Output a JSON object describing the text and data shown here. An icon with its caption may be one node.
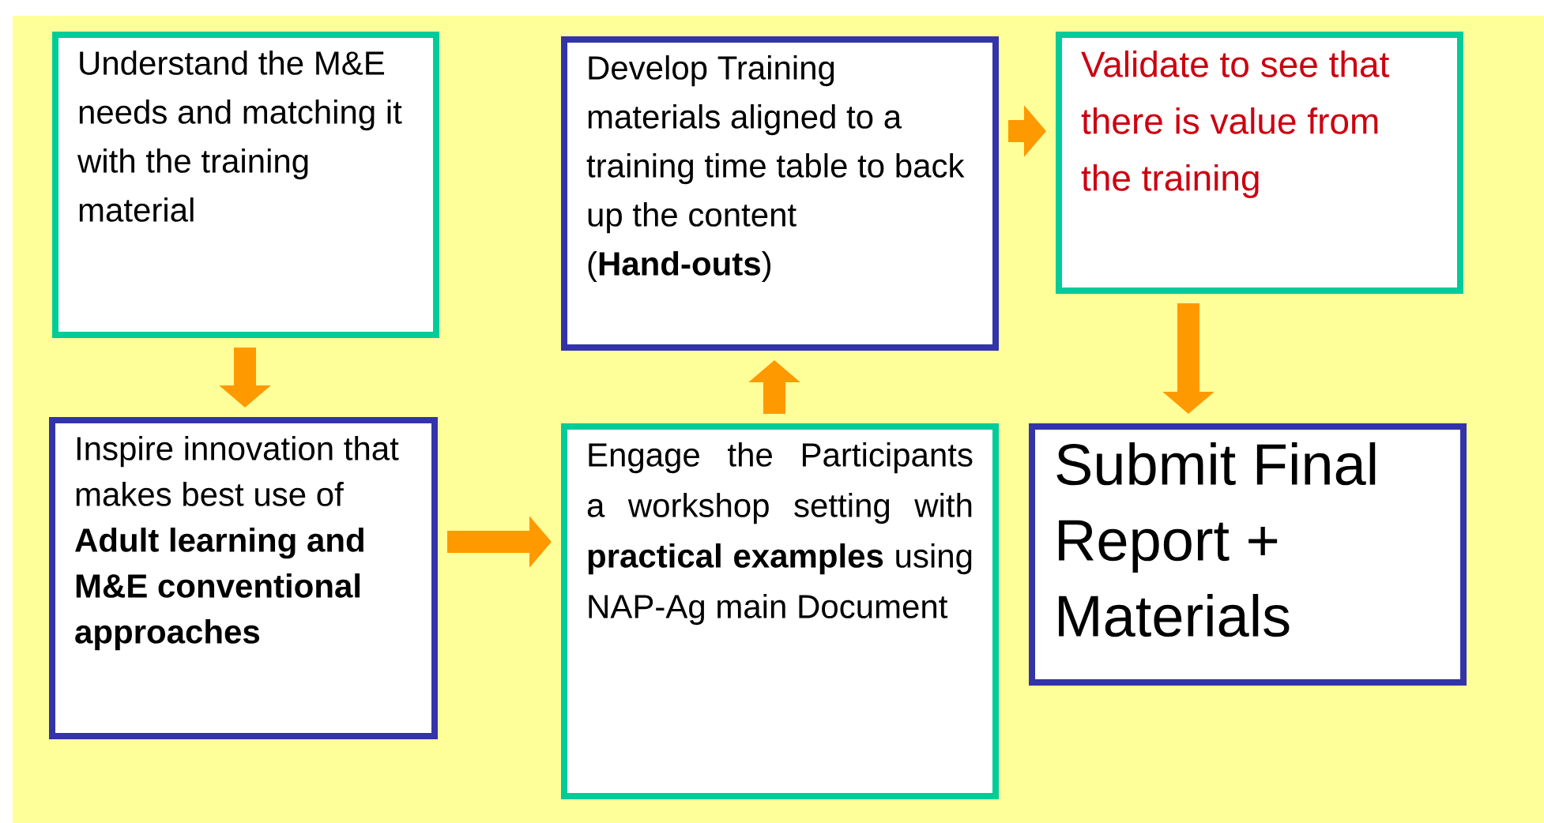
{
  "diagram": {
    "nodes": [
      {
        "text": [
          "Understand the M&E needs and matching it with the training material"
        ]
      },
      {
        "text": [
          "Inspire innovation that makes best use of **Adult learning and M&E conventional approaches**"
        ]
      },
      {
        "text": [
          "Engage the Participants a workshop setting with **practical examples** using NAP-Ag main Document"
        ]
      },
      {
        "text": [
          "Develop Training materials aligned to a training time table to back up the content (**Hand-outs**)"
        ]
      },
      {
        "text": [
          "Validate to see that there is value from the training"
        ]
      },
      {
        "text": [
          "Submit Final Report + Materials"
        ]
      }
    ],
    "edges": [
      {
        "from": 0,
        "to": 1,
        "arrow": "to"
      },
      {
        "from": 1,
        "to": 2,
        "arrow": "to"
      },
      {
        "from": 2,
        "to": 3,
        "arrow": "to"
      },
      {
        "from": 3,
        "to": 4,
        "arrow": "to"
      },
      {
        "from": 4,
        "to": 5,
        "arrow": "to"
      }
    ]
  }
}
